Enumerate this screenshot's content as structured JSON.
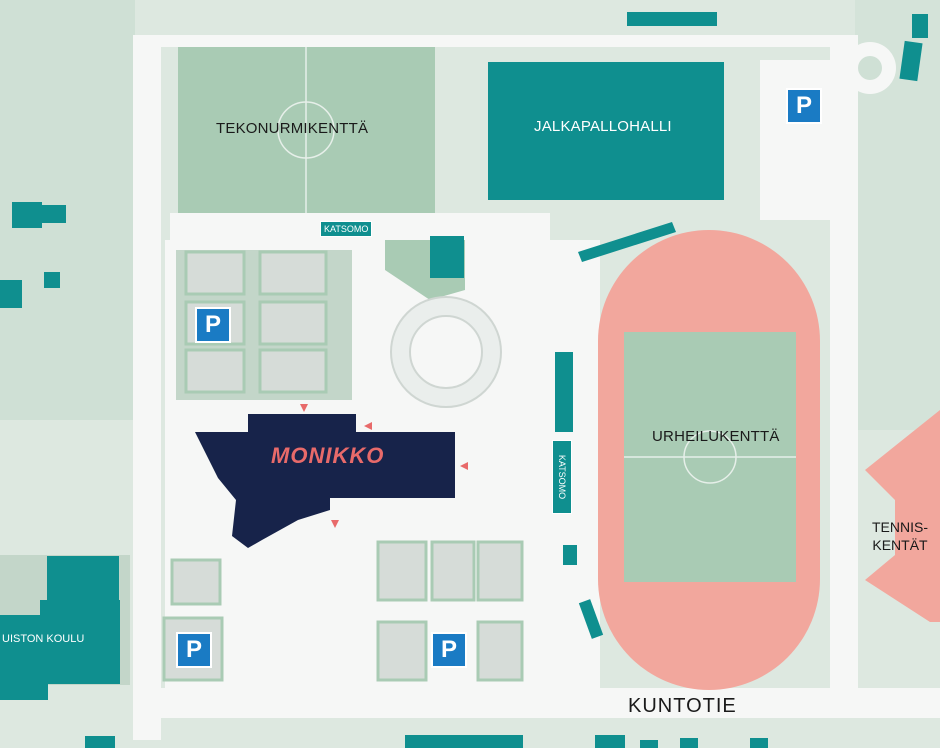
{
  "labels": {
    "field_north": "TEKONURMIKENTTÄ",
    "football_hall": "JALKAPALLOHALLI",
    "stand_top": "KATSOMO",
    "stand_side": "KATSOMO",
    "main_building": "MONIKKO",
    "sports_field": "URHEILUKENTTÄ",
    "tennis_line1": "TENNIS-",
    "tennis_line2": "KENTÄT",
    "school": "UISTON KOULU",
    "street": "KUNTOTIE"
  },
  "parking": {
    "symbol": "P"
  },
  "colors": {
    "background": "#dfe9e2",
    "grass": "#a9cbb4",
    "teal_building": "#0f8f8f",
    "main_building": "#17234a",
    "main_label": "#e86a6a",
    "track": "#f2a79d",
    "road": "#f7f7f7",
    "parking_sign": "#1a7bc4"
  },
  "icons": [
    "parking-icon",
    "entrance-arrow-icon"
  ]
}
